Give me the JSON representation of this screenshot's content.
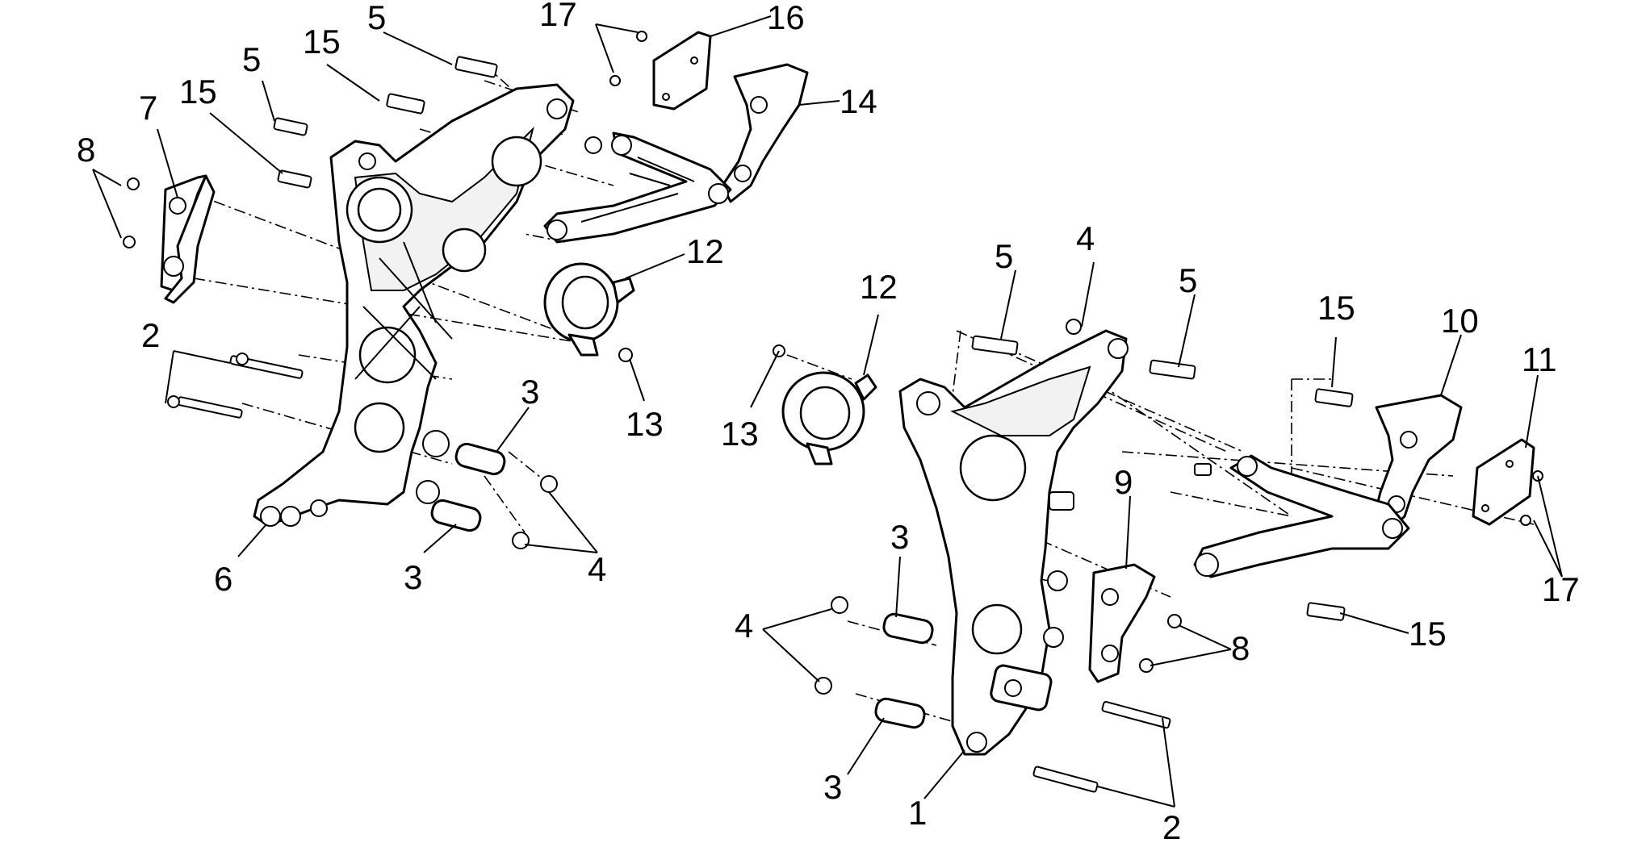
{
  "callouts": [
    {
      "id": "l-17a",
      "text": "17"
    },
    {
      "id": "l-16a",
      "text": "16"
    },
    {
      "id": "l-5a",
      "text": "5"
    },
    {
      "id": "l-15a",
      "text": "15"
    },
    {
      "id": "l-5b",
      "text": "5"
    },
    {
      "id": "l-15b",
      "text": "15"
    },
    {
      "id": "l-7",
      "text": "7"
    },
    {
      "id": "l-8a",
      "text": "8"
    },
    {
      "id": "l-14",
      "text": "14"
    },
    {
      "id": "l-12a",
      "text": "12"
    },
    {
      "id": "l-2a",
      "text": "2"
    },
    {
      "id": "l-13a",
      "text": "13"
    },
    {
      "id": "l-3a",
      "text": "3"
    },
    {
      "id": "l-6",
      "text": "6"
    },
    {
      "id": "l-3b",
      "text": "3"
    },
    {
      "id": "l-4a",
      "text": "4"
    },
    {
      "id": "l-12b",
      "text": "12"
    },
    {
      "id": "l-5c",
      "text": "5"
    },
    {
      "id": "l-4b",
      "text": "4"
    },
    {
      "id": "l-5d",
      "text": "5"
    },
    {
      "id": "l-15c",
      "text": "15"
    },
    {
      "id": "l-10",
      "text": "10"
    },
    {
      "id": "l-11",
      "text": "11"
    },
    {
      "id": "l-13b",
      "text": "13"
    },
    {
      "id": "l-9",
      "text": "9"
    },
    {
      "id": "l-3c",
      "text": "3"
    },
    {
      "id": "l-4c",
      "text": "4"
    },
    {
      "id": "l-8b",
      "text": "8"
    },
    {
      "id": "l-17b",
      "text": "17"
    },
    {
      "id": "l-15d",
      "text": "15"
    },
    {
      "id": "l-3d",
      "text": "3"
    },
    {
      "id": "l-1",
      "text": "1"
    },
    {
      "id": "l-2b",
      "text": "2"
    }
  ]
}
